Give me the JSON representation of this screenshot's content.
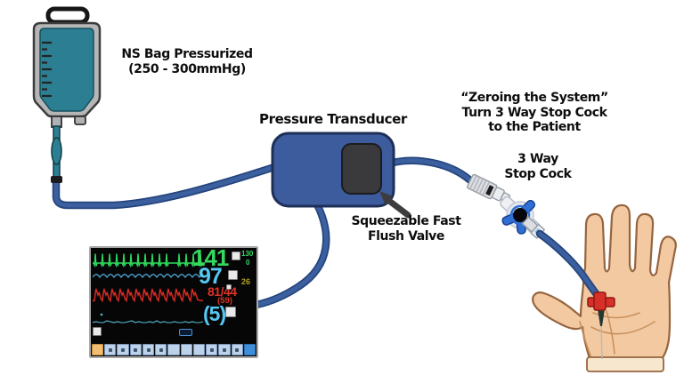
{
  "labels": {
    "ns_bag_line1": "NS Bag Pressurized",
    "ns_bag_line2": "(250 - 300mmHg)",
    "pressure_transducer": "Pressure Transducer",
    "flush_valve_line1": "Squeezable Fast",
    "flush_valve_line2": "Flush Valve",
    "zeroing_line1": "“Zeroing the System”",
    "zeroing_line2": "Turn 3 Way Stop Cock",
    "zeroing_line3": "to the Patient",
    "stopcock_line1": "3 Way",
    "stopcock_line2": "Stop Cock"
  },
  "monitor": {
    "hr_value": "141",
    "hr_aux_top": "130",
    "hr_aux_bottom": "0",
    "spo2_value": "97",
    "resp_value": "26",
    "abp_value": "81/44",
    "abp_mean": "(59)",
    "cvp_value": "(5)",
    "toolbar_button_count": 13,
    "waveforms": [
      "ecg",
      "pleth",
      "arterial",
      "cvp"
    ]
  },
  "colors": {
    "tube": "#3c5fa0",
    "tube_outline": "#24457c",
    "transducer_blue": "#3d5c9e",
    "transducer_outline": "#1d2f57",
    "valve_gray": "#3a3a3d",
    "bag_body": "#b6b6b6",
    "bag_fluid": "#2c7f92",
    "skin": "#f3c9a2",
    "skin_outline": "#96653f",
    "skin_crease": "#c9925e",
    "wrist_band": "#f7e7ce",
    "catheter_red": "#d63029",
    "catheter_red_dark": "#8f1812",
    "handle_blue": "#2f6fd4",
    "handle_blue_dark": "#17418f",
    "wave_green": "#2fd858",
    "wave_cyan": "#4fa8d8",
    "wave_red": "#d42a20",
    "wave_cvp": "#58bcd2",
    "monitor_green": "#35d95f",
    "monitor_cyan": "#55c8f2",
    "monitor_red": "#e0342a",
    "monitor_yellow": "#b2a01c",
    "toolbar_orange": "#f2bd72",
    "toolbar_blue": "#bcd2ea",
    "toolbar_active": "#3e8ed8"
  }
}
